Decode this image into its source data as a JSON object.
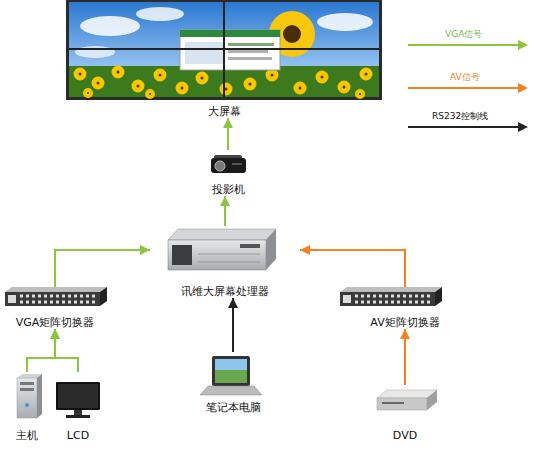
{
  "diagram": {
    "nodes": [
      {
        "text": [
          "大屏幕"
        ]
      },
      {
        "text": [
          "投影机"
        ]
      },
      {
        "text": [
          "讯维大屏幕处理器"
        ]
      },
      {
        "text": [
          "VGA矩阵切换器"
        ]
      },
      {
        "text": [
          "AV矩阵切换器"
        ]
      },
      {
        "text": [
          "笔记本电脑"
        ]
      },
      {
        "text": [
          "主机"
        ]
      },
      {
        "text": [
          "LCD"
        ]
      },
      {
        "text": [
          "DVD"
        ]
      }
    ],
    "edges": [
      {
        "from": 2,
        "to": 1,
        "arrow": "to"
      },
      {
        "from": 1,
        "to": 0,
        "arrow": "to"
      },
      {
        "from": 3,
        "to": 2,
        "arrow": "to"
      },
      {
        "from": 4,
        "to": 2,
        "arrow": "to"
      },
      {
        "from": 5,
        "to": 2,
        "arrow": "to"
      },
      {
        "from": 6,
        "to": 3,
        "arrow": "to"
      },
      {
        "from": 7,
        "to": 3,
        "arrow": "to"
      },
      {
        "from": 8,
        "to": 4,
        "arrow": "to"
      }
    ],
    "legend": [
      {
        "text": "VGA信号"
      },
      {
        "text": "AV信号"
      },
      {
        "text": "RS232控制线"
      }
    ]
  }
}
